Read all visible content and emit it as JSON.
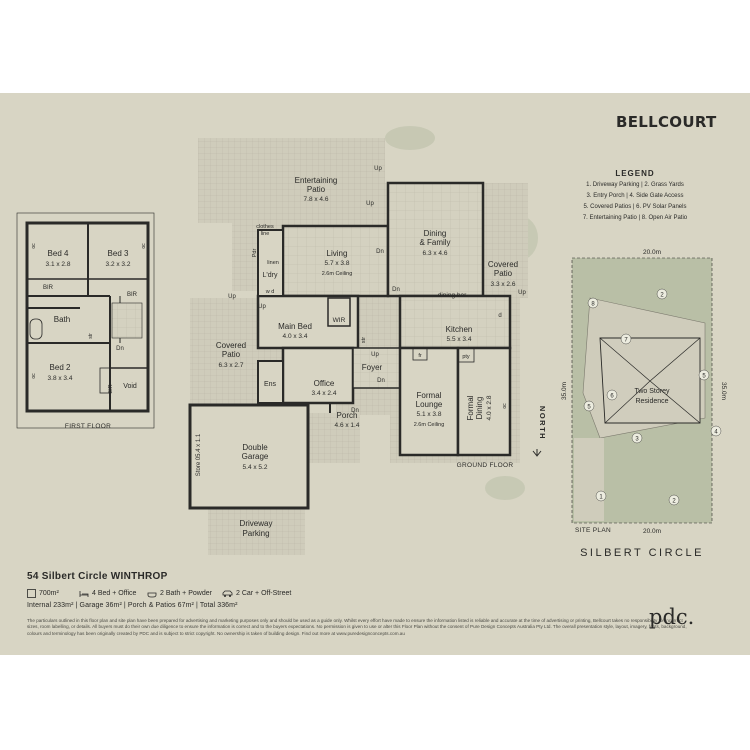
{
  "brand": "BELLCOURT",
  "legend": {
    "title": "LEGEND",
    "lines": [
      "1. Driveway Parking  |  2. Grass Yards",
      "3. Entry Porch  |  4. Side Gate Access",
      "5. Covered Patios  |  6. PV Solar Panels",
      "7. Entertaining Patio  |  8. Open Air Patio"
    ]
  },
  "site_plan": {
    "label": "SITE PLAN",
    "width_top": "20.0m",
    "width_bottom": "20.0m",
    "depth_left": "35.0m",
    "depth_right": "35.0m",
    "residence": [
      "Two Storey",
      "Residence"
    ],
    "markers": [
      "1",
      "2",
      "2",
      "3",
      "4",
      "5",
      "5",
      "6",
      "7",
      "8"
    ]
  },
  "street": "SILBERT CIRCLE",
  "first_floor": {
    "label": "FIRST FLOOR",
    "rooms": {
      "bed4": {
        "name": "Bed 4",
        "size": "3.1 x 2.8"
      },
      "bed3": {
        "name": "Bed 3",
        "size": "3.2 x 3.2"
      },
      "bed2": {
        "name": "Bed 2",
        "size": "3.8 x 3.4"
      },
      "bath": "Bath",
      "void": "Void",
      "bir": "BIR",
      "dn": "Dn",
      "str": "str",
      "oc": "oc"
    }
  },
  "ground_floor": {
    "label": "GROUND FLOOR",
    "north": "NORTH",
    "rooms": {
      "entertaining": {
        "name": "Entertaining",
        "name2": "Patio",
        "size": "7.8 x 4.6"
      },
      "dining_family": {
        "name": "Dining",
        "name2": "& Family",
        "size": "6.3 x 4.6"
      },
      "living": {
        "name": "Living",
        "size": "5.7 x 3.8",
        "ceiling": "2.6m Ceiling"
      },
      "covered_patio_rear": {
        "name": "Covered",
        "name2": "Patio",
        "size": "3.3 x 2.6"
      },
      "covered_patio_side": {
        "name": "Covered",
        "name2": "Patio",
        "size": "6.3 x 2.7"
      },
      "main_bed": {
        "name": "Main Bed",
        "size": "4.0 x 3.4"
      },
      "kitchen": {
        "name": "Kitchen",
        "size": "5.5 x 3.4"
      },
      "office": {
        "name": "Office",
        "size": "3.4 x 2.4"
      },
      "formal_lounge": {
        "name": "Formal",
        "name2": "Lounge",
        "size": "5.1 x 3.8",
        "ceiling": "2.6m Ceiling"
      },
      "formal_dining": {
        "name": "Formal",
        "name2": "Dining",
        "size": "4.0 x 2.8"
      },
      "porch": {
        "name": "Porch",
        "size": "4.6 x 1.4"
      },
      "garage": {
        "name": "Double",
        "name2": "Garage",
        "size": "5.4 x 5.2"
      },
      "driveway": {
        "name": "Driveway",
        "name2": "Parking"
      },
      "store": "Store 05.4 x 1.1",
      "laundry": "L'dry",
      "linen": "linen",
      "clothes_line": [
        "clothes",
        "line"
      ],
      "wir": "WIR",
      "ens": "Ens",
      "foyer": "Foyer",
      "dining_bar": "dining bar",
      "pdr": "Pdr",
      "wd": "w d",
      "d": "d",
      "fr": "fr",
      "pty": "pty",
      "str": "str",
      "up": "Up",
      "dn": "Dn",
      "oc": "oc"
    }
  },
  "property": {
    "address": "54 Silbert Circle WINTHROP",
    "features": [
      "700m²",
      "4 Bed + Office",
      "2 Bath + Powder",
      "2 Car + Off-Street"
    ],
    "areas": "Internal 233m²  |  Garage 36m²  |  Porch & Patios 67m²  |  Total 336m²"
  },
  "disclaimer": "The particulars outlined in this floor plan and site plan have been prepared for advertising and marketing purposes only and should be used as a guide only. Whilst every effort have made to ensure the information listed is reliable and accurate at the time of advertising or printing, Bellcourt takes no responsibility for incorrect sizes, room labelling, or details. All buyers must do their own due diligence to ensure the information is correct and to the buyers expectations. No permission is given to use or alter this Floor Plan without the consent of Pure Design Concepts Australia Pty Ltd. The overall presentation style, layout, imagery, fonts, background, colours and terminology has been originally created by PDC and is subject to strict copyright. No ownership is taken of building design. Find out more at www.puredesignconcepts.com.au",
  "pdc_logo": "pdc.",
  "colors": {
    "background": "#d8d5c4",
    "walls": "#2a2a28",
    "paving": "#cfccbb",
    "grass": "#b9bfa6"
  }
}
